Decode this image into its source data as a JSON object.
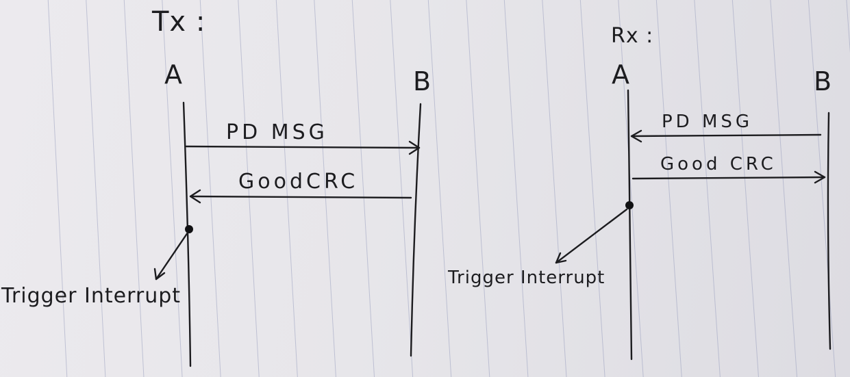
{
  "tx_panel": {
    "title": "Tx :",
    "actor_a": "A",
    "actor_b": "B",
    "message_1": "PD MSG",
    "message_2": "GoodCRC",
    "note": "Trigger Interrupt"
  },
  "rx_panel": {
    "title": "Rx :",
    "actor_a": "A",
    "actor_b": "B",
    "message_1": "PD MSG",
    "message_2": "Good CRC",
    "note": "Trigger Interrupt"
  },
  "colors": {
    "paper": "#eceaee",
    "ruling": "#9aa0c0",
    "ink": "#1c1c1f"
  }
}
